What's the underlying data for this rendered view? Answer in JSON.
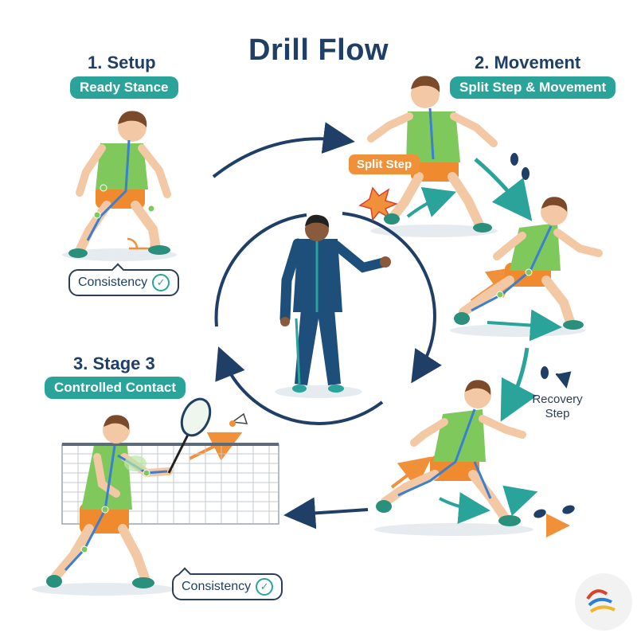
{
  "title": "Drill Flow",
  "steps": [
    {
      "title": "1. Setup",
      "pill": "Ready Stance"
    },
    {
      "title": "2. Movement",
      "pill": "Split Step & Movement"
    },
    {
      "title": "3. Stage 3",
      "pill": "Controlled Contact"
    }
  ],
  "tags": {
    "split_step": "Split Step"
  },
  "notes": {
    "recovery_line1": "Recovery",
    "recovery_line2": "Step"
  },
  "bubbles": {
    "consistency_1": "Consistency",
    "consistency_2": "Consistency"
  },
  "colors": {
    "navy": "#1f3f66",
    "teal": "#2aa39a",
    "orange": "#f0913a",
    "shirt": "#7ec85c",
    "shorts": "#ef8a2e"
  },
  "icons": [
    "check-icon",
    "footprints-icon",
    "impact-burst-icon",
    "angle-marker-icon",
    "logo-icon"
  ]
}
